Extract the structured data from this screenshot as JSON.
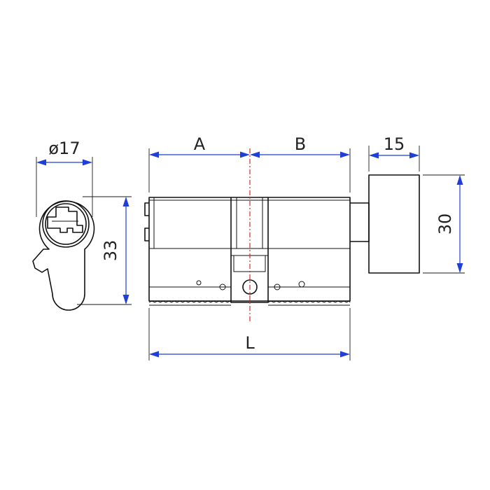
{
  "labels": {
    "diameter": "ø17",
    "height": "33",
    "a": "A",
    "b": "B",
    "knob_width": "15",
    "knob_height": "30",
    "length": "L"
  },
  "colors": {
    "outline": "#111111",
    "dimension": "#1f3fd6",
    "centerline": "#d42a2a",
    "background": "#ffffff"
  }
}
